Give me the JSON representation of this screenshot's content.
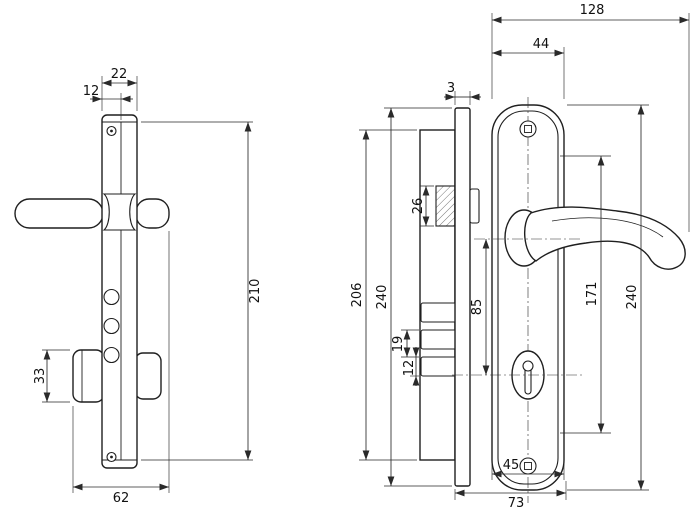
{
  "colors": {
    "line": "#1f1f1f",
    "background": "#ffffff"
  },
  "side_view": {
    "dims": {
      "plate_width": "22",
      "ridge_width": "12",
      "mounting_height": "210",
      "cylinder_height": "33",
      "overall_depth": "62"
    }
  },
  "front_view": {
    "dims": {
      "overall_width": "128",
      "plate_width": "44",
      "faceplate_thickness": "3",
      "latch_height": "26",
      "case_height": "206",
      "faceplate_height": "240",
      "handle_to_cylinder": "85",
      "bolt_pitch": "19",
      "bolt_height": "12",
      "grip_zone_height": "171",
      "plate_height": "240",
      "backset_width": "45",
      "bottom_width": "73"
    }
  }
}
